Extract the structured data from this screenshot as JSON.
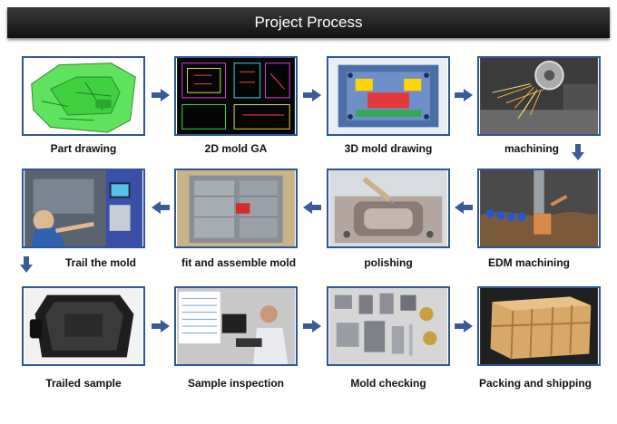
{
  "title": "Project Process",
  "steps": [
    {
      "label": "Part drawing"
    },
    {
      "label": "2D mold GA"
    },
    {
      "label": "3D mold drawing"
    },
    {
      "label": "machining"
    },
    {
      "label": "EDM machining"
    },
    {
      "label": "polishing"
    },
    {
      "label": "fit and assemble mold"
    },
    {
      "label": "Trail the mold"
    },
    {
      "label": "Trailed sample"
    },
    {
      "label": "Sample inspection"
    },
    {
      "label": "Mold checking"
    },
    {
      "label": "Packing and shipping"
    }
  ],
  "colors": {
    "frame": "#2f5597",
    "arrow": "#3c5b96",
    "banner": "#1e1e1e"
  }
}
